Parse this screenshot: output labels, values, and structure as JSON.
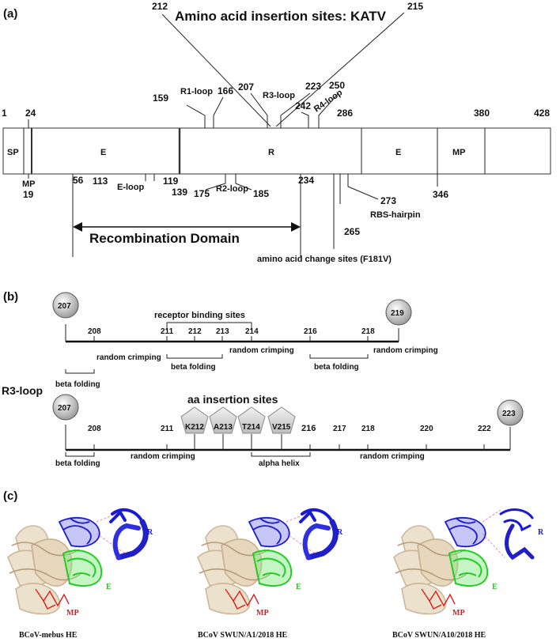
{
  "panel_a": {
    "panel_label": "(a)",
    "title": "Amino acid insertion sites: KATV",
    "insertion_start": "212",
    "insertion_end": "215",
    "top_numbers": [
      "1",
      "24",
      "286",
      "380",
      "428"
    ],
    "segments": [
      "SP",
      "E",
      "R",
      "E",
      "MP"
    ],
    "mp_small": "MP",
    "mp_small_num": "19",
    "bottom_numbers": [
      "56",
      "139",
      "234",
      "346"
    ],
    "loops": {
      "r1": {
        "label": "R1-loop",
        "start": "159",
        "end": "166"
      },
      "r3": {
        "label": "R3-loop",
        "start": "207",
        "end": "223"
      },
      "r4": {
        "label": "R4-loop",
        "start": "242",
        "end": "250"
      },
      "e": {
        "label": "E-loop",
        "start": "113",
        "end": "119"
      },
      "r2": {
        "label": "R2-loop",
        "start": "175",
        "end": "185"
      },
      "rbs": {
        "label": "RBS-hairpin",
        "start": "273",
        "end": "265"
      }
    },
    "recombination": "Recombination Domain",
    "change_sites": "amino acid change sites (F181V)"
  },
  "panel_b": {
    "panel_label": "(b)",
    "side_label": "R3-loop",
    "row1": {
      "start_circle": "207",
      "end_circle": "219",
      "bracket_title": "receptor binding sites",
      "ticks": [
        "208",
        "211",
        "212",
        "213",
        "214",
        "216",
        "218"
      ],
      "regions": [
        "beta folding",
        "random crimping",
        "beta folding",
        "random crimping",
        "beta folding",
        "random crimping"
      ]
    },
    "row2": {
      "start_circle": "207",
      "end_circle": "223",
      "insert_title": "aa insertion sites",
      "pentagons": [
        "K212",
        "A213",
        "T214",
        "V215"
      ],
      "ticks": [
        "208",
        "211",
        "216",
        "217",
        "218",
        "220",
        "222"
      ],
      "regions": [
        "beta folding",
        "random crimping",
        "alpha helix",
        "random crimping"
      ]
    }
  },
  "panel_c": {
    "panel_label": "(c)",
    "structures": [
      {
        "caption": "BCoV-mebus HE",
        "r": "R",
        "e": "E",
        "mp": "MP"
      },
      {
        "caption": "BCoV SWUN/A1/2018 HE",
        "r": "R",
        "e": "E",
        "mp": "MP"
      },
      {
        "caption": "BCoV SWUN/A10/2018 HE",
        "r": "R",
        "e": "E",
        "mp": "MP"
      }
    ]
  },
  "colors": {
    "r_domain": "#1a1ad6",
    "e_domain": "#22cc22",
    "mp_domain": "#e01b1b",
    "core": "#d9c7a6"
  }
}
